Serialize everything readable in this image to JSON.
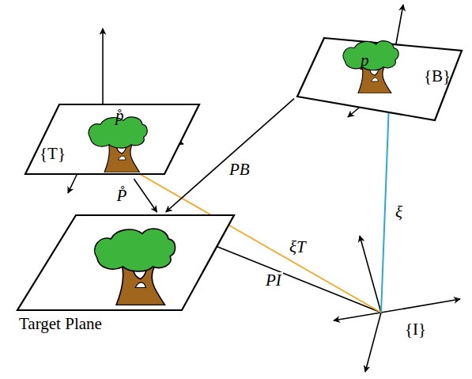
{
  "diagram": {
    "nodes": [
      {
        "text": [
          "p̊",
          "{T}"
        ]
      },
      {
        "text": [
          "p",
          "{B}"
        ]
      },
      {
        "text": [
          "Target Plane"
        ]
      }
    ],
    "edges": [
      {
        "from": 0,
        "to": 2,
        "arrow": "to",
        "label": "P̊"
      },
      {
        "from": 1,
        "to": 2,
        "arrow": "to",
        "label": "PB"
      }
    ],
    "labels": [
      "ξ",
      "ξT",
      "PI",
      "{I}"
    ]
  }
}
